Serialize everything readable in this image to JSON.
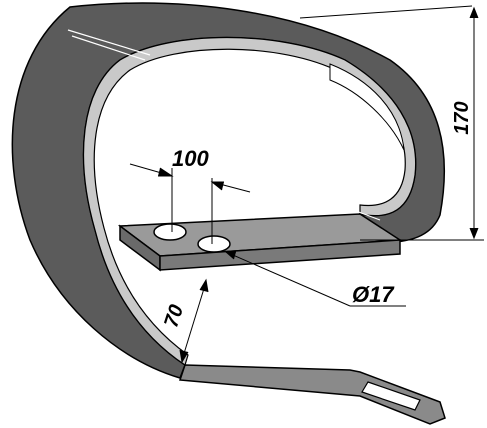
{
  "drawing": {
    "dimensions": {
      "hole_spacing": "100",
      "height": "170",
      "width": "70",
      "hole_diameter": "Ø17"
    },
    "colors": {
      "body_dark": "#5b5b5b",
      "body_mid": "#8a8a8a",
      "inner_light": "#c9c9c9",
      "outline": "#000000",
      "background": "#ffffff"
    }
  }
}
